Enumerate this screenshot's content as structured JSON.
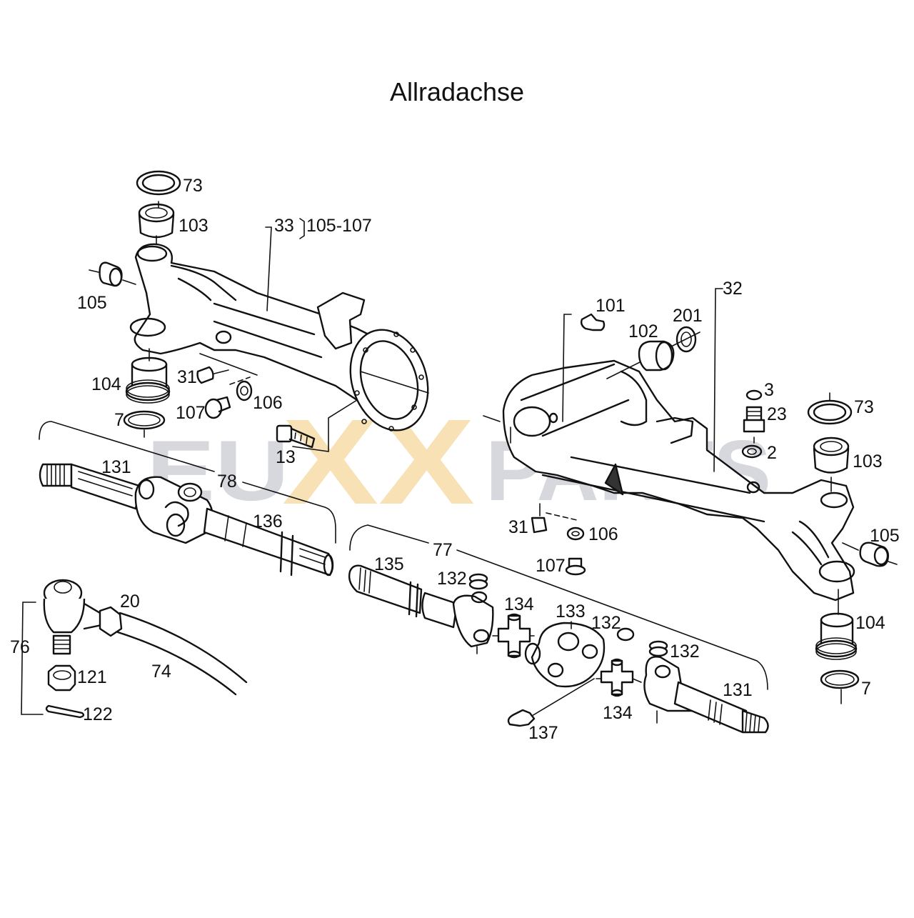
{
  "title": "Allradachse",
  "watermark": {
    "left": "EU",
    "middle": "XX",
    "right": "PARTS",
    "color_grey": "#c9ccd2",
    "color_yellow": "#f6d79b"
  },
  "callouts": {
    "c73a": "73",
    "c103a": "103",
    "c33": "33",
    "c105_107": "105-107",
    "c105a": "105",
    "c104a": "104",
    "c31a": "31",
    "c106a": "106",
    "c107a": "107",
    "c7a": "7",
    "c13": "13",
    "c131a": "131",
    "c78": "78",
    "c136": "136",
    "c20": "20",
    "c76": "76",
    "c74": "74",
    "c121": "121",
    "c122": "122",
    "c101": "101",
    "c102": "102",
    "c201": "201",
    "c32": "32",
    "c3": "3",
    "c23": "23",
    "c2": "2",
    "c73b": "73",
    "c103b": "103",
    "c31b": "31",
    "c106b": "106",
    "c107b": "107",
    "c105b": "105",
    "c104b": "104",
    "c7b": "7",
    "c77": "77",
    "c135": "135",
    "c132a": "132",
    "c134a": "134",
    "c133": "133",
    "c132b": "132",
    "c132c": "132",
    "c131b": "131",
    "c134b": "134",
    "c137": "137"
  }
}
